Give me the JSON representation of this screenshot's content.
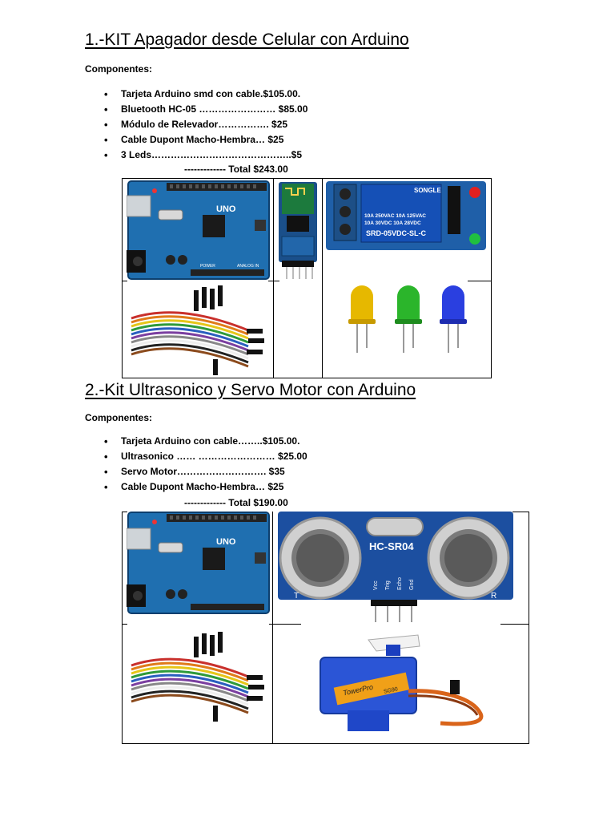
{
  "section1": {
    "title": "1.-KIT Apagador desde Celular con Arduino",
    "components_label": "Componentes:",
    "items": [
      "Tarjeta Arduino  smd con cable.$105.00.",
      "Bluetooth HC-05 …………………… $85.00",
      "Módulo de Relevador……………. $25",
      "Cable Dupont Macho-Hembra… $25",
      "3 Leds……………………………………..$5"
    ],
    "total": "------------- Total $243.00",
    "images": {
      "uno_label": "UNO",
      "uno_power_label": "POWER",
      "uno_analog_label": "ANALOG IN",
      "relay_brand": "SONGLE",
      "relay_line1": "10A 250VAC 10A 125VAC",
      "relay_line2": "10A  30VDC 10A  28VDC",
      "relay_model": "SRD-05VDC-SL-C"
    }
  },
  "section2": {
    "title": "2.-Kit Ultrasonico y Servo Motor con Arduino",
    "components_label": "Componentes:",
    "items": [
      "Tarjeta Arduino con cable……..$105.00.",
      "Ultrasonico …… …………………… $25.00",
      "Servo Motor………………………. $35",
      "Cable Dupont Macho-Hembra… $25"
    ],
    "total": "------------- Total $190.00",
    "images": {
      "uno_label": "UNO",
      "sensor_model": "HC-SR04",
      "sensor_pins": [
        "Vcc",
        "Trig",
        "Echo",
        "Gnd"
      ],
      "sensor_left": "T",
      "sensor_right": "R",
      "servo_brand": "TowerPro",
      "servo_model": "SG90"
    }
  }
}
